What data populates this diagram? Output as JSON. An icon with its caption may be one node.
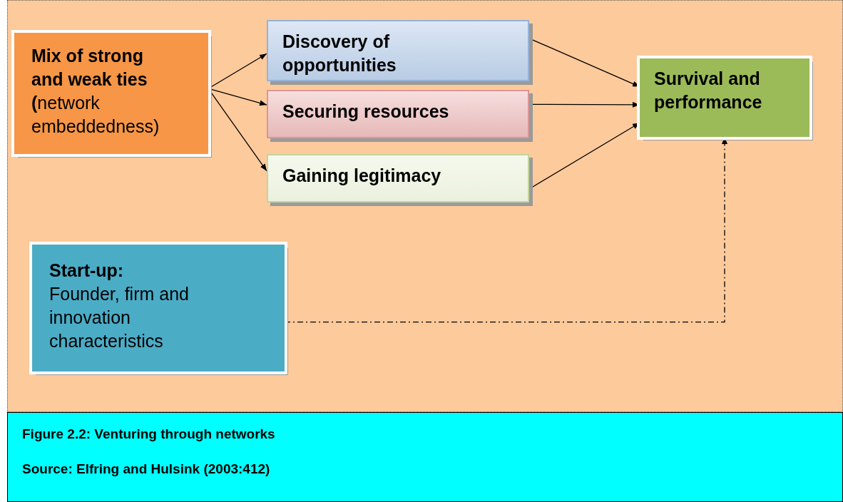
{
  "diagram": {
    "caption": "Figure 2.2: Venturing through networks",
    "nodes": [
      {
        "text": [
          "**Mix of strong and weak ties (**network embeddedness)"
        ]
      },
      {
        "text": [
          "Discovery of opportunities"
        ]
      },
      {
        "text": [
          "Securing resources"
        ]
      },
      {
        "text": [
          "Gaining legitimacy"
        ]
      },
      {
        "text": [
          "Survival and performance"
        ]
      },
      {
        "text": [
          "Start-up:",
          "Founder, firm and innovation characteristics"
        ]
      }
    ],
    "edges": [
      {
        "from": 0,
        "to": 1,
        "arrow": "to"
      },
      {
        "from": 0,
        "to": 2,
        "arrow": "to"
      },
      {
        "from": 0,
        "to": 3,
        "arrow": "to"
      },
      {
        "from": 1,
        "to": 4,
        "arrow": "to"
      },
      {
        "from": 2,
        "to": 4,
        "arrow": "to"
      },
      {
        "from": 3,
        "to": 4,
        "arrow": "to"
      },
      {
        "from": 5,
        "to": 4,
        "arrow": "to",
        "style": "dashed"
      }
    ],
    "labels": [
      "Source: Elfring and Hulsink (2003:412)"
    ]
  }
}
